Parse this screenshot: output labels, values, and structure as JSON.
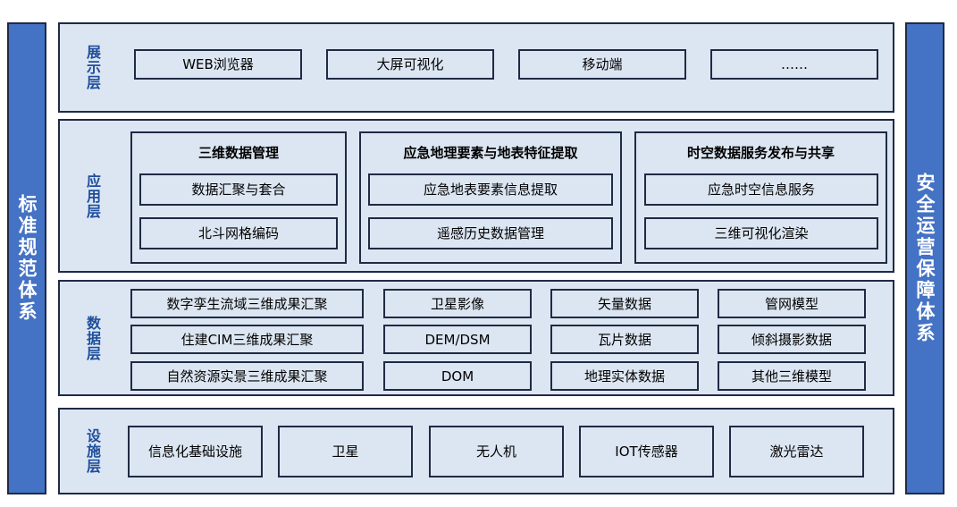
{
  "left_pillar": "标准规范体系",
  "right_pillar": "安全运营保障体系",
  "layers": {
    "display": {
      "label": "展示层",
      "items": [
        "WEB浏览器",
        "大屏可视化",
        "移动端",
        "……"
      ]
    },
    "application": {
      "label": "应用层",
      "groups": [
        {
          "title": "三维数据管理",
          "items": [
            "数据汇聚与套合",
            "北斗网格编码"
          ]
        },
        {
          "title": "应急地理要素与地表特征提取",
          "items": [
            "应急地表要素信息提取",
            "遥感历史数据管理"
          ]
        },
        {
          "title": "时空数据服务发布与共享",
          "items": [
            "应急时空信息服务",
            "三维可视化渲染"
          ]
        }
      ]
    },
    "data": {
      "label": "数据层",
      "items": [
        "数字孪生流域三维成果汇聚",
        "卫星影像",
        "矢量数据",
        "管网模型",
        "住建CIM三维成果汇聚",
        "DEM/DSM",
        "瓦片数据",
        "倾斜摄影数据",
        "自然资源实景三维成果汇聚",
        "DOM",
        "地理实体数据",
        "其他三维模型"
      ]
    },
    "infrastructure": {
      "label": "设施层",
      "items": [
        "信息化基础设施",
        "卫星",
        "无人机",
        "IOT传感器",
        "激光雷达"
      ]
    }
  }
}
